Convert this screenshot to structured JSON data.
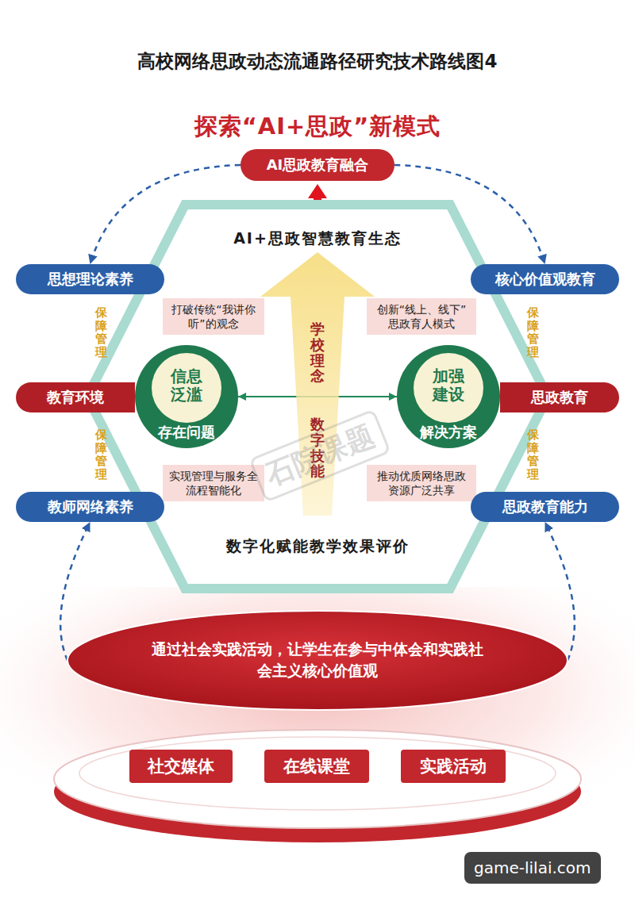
{
  "diagram": {
    "title": "高校网络思政动态流通路径研究技术路线图4",
    "nodes": [
      {
        "text": [
          "AI思政教育融合"
        ]
      },
      {
        "text": [
          "AI+思政智慧教育生态",
          "数字化赋能教学效果评价"
        ]
      },
      {
        "text": [
          "思想理论素养"
        ]
      },
      {
        "text": [
          "核心价值观教育"
        ]
      },
      {
        "text": [
          "打破传统“我讲你听”的观念"
        ],
        "in": 1
      },
      {
        "text": [
          "学校理念",
          "数字技能"
        ],
        "in": 1
      },
      {
        "text": [
          "创新“线上、线下”思政育人模式"
        ],
        "in": 1
      },
      {
        "text": [
          "教育环境"
        ]
      },
      {
        "text": [
          "信息泛滥",
          "存在问题"
        ],
        "in": 1
      },
      {
        "text": [
          "加强建设",
          "解决方案"
        ],
        "in": 1
      },
      {
        "text": [
          "思政教育"
        ]
      },
      {
        "text": [
          "实现管理与服务全流程智能化"
        ],
        "in": 1
      },
      {
        "text": [
          "推动优质网络思政资源广泛共享"
        ],
        "in": 1
      },
      {
        "text": [
          "教师网络素养"
        ]
      },
      {
        "text": [
          "思政教育能力"
        ]
      },
      {
        "text": [
          "通过社会实践活动，让学生在参与中体会和实践社会主义核心价值观"
        ]
      },
      {
        "text": [
          "社交媒体"
        ]
      },
      {
        "text": [
          "在线课堂"
        ]
      },
      {
        "text": [
          "实践活动"
        ]
      }
    ],
    "edges": [
      {
        "from": 1,
        "to": 0,
        "arrow": "to"
      },
      {
        "from": 0,
        "to": 2,
        "arrow": "to"
      },
      {
        "from": 0,
        "to": 3,
        "arrow": "to"
      },
      {
        "from": 8,
        "to": 9,
        "arrow": "both"
      },
      {
        "from": 15,
        "to": 13,
        "arrow": "to"
      },
      {
        "from": 15,
        "to": 14,
        "arrow": "to"
      }
    ],
    "labels": [
      "探索“AI+思政”新模式",
      "保障管理",
      "保障管理",
      "保障管理",
      "保障管理",
      "石院课题",
      "game-lilai.com"
    ]
  }
}
